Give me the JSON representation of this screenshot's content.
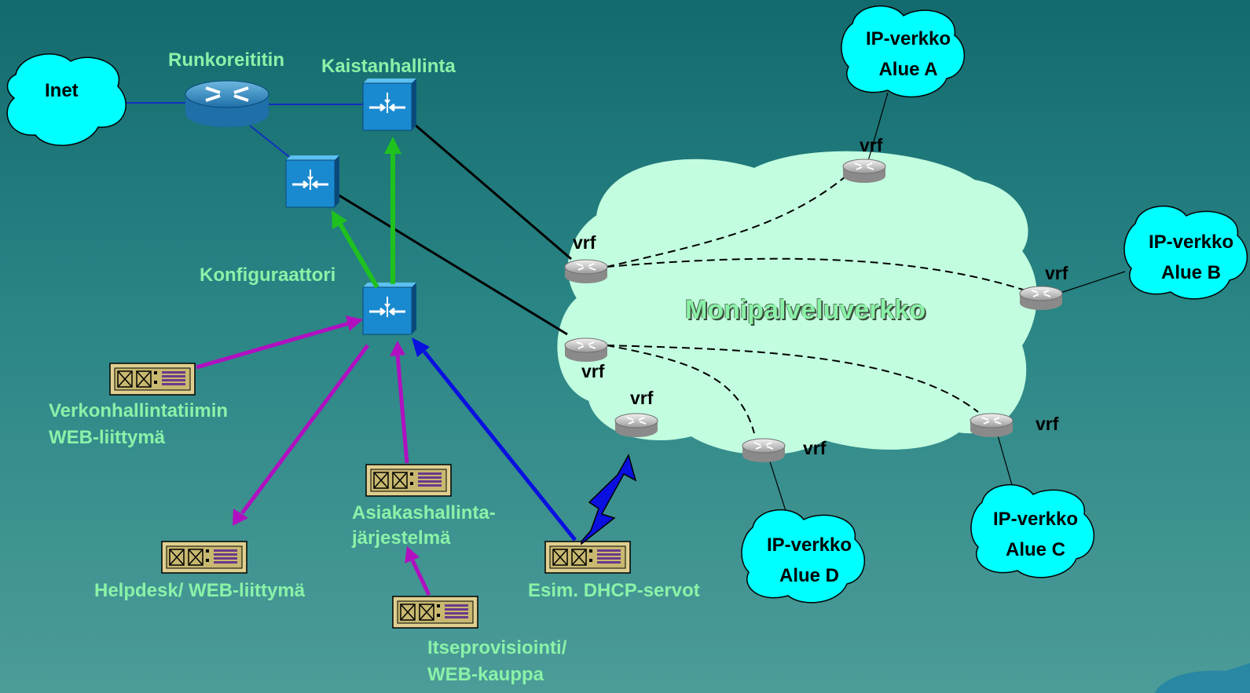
{
  "labels": {
    "runkoreititin": "Runkoreititin",
    "kaistanhallinta": "Kaistanhallinta",
    "konfiguraattori": "Konfiguraattori",
    "verkonhallinta_1": "Verkonhallintatiimin",
    "verkonhallinta_2": "WEB-liittymä",
    "helpdesk": "Helpdesk/ WEB-liittymä",
    "asiakashallinta_1": "Asiakashallinta-",
    "asiakashallinta_2": "järjestelmä",
    "itseprovisiointi_1": "Itseprovisiointi/",
    "itseprovisiointi_2": "WEB-kauppa",
    "dhcp": "Esim. DHCP-servot",
    "monipalveluverkko": "Monipalveluverkko",
    "vrf": "vrf"
  },
  "clouds": {
    "inet": "Inet",
    "alue_a": {
      "line1": "IP-verkko",
      "line2": "Alue A"
    },
    "alue_b": {
      "line1": "IP-verkko",
      "line2": "Alue B"
    },
    "alue_c": {
      "line1": "IP-verkko",
      "line2": "Alue C"
    },
    "alue_d": {
      "line1": "IP-verkko",
      "line2": "Alue D"
    }
  },
  "colors": {
    "label_green": "#8af2a8",
    "cloud_fill": "#00ffff",
    "core_cloud_fill": "#c2fde0",
    "arrow_green": "#1fc11f",
    "arrow_magenta": "#b010c0",
    "arrow_blue": "#0a10e0",
    "link_blue": "#1030c0"
  },
  "icons": [
    "cloud-icon",
    "router-icon",
    "switch-icon",
    "server-icon"
  ]
}
